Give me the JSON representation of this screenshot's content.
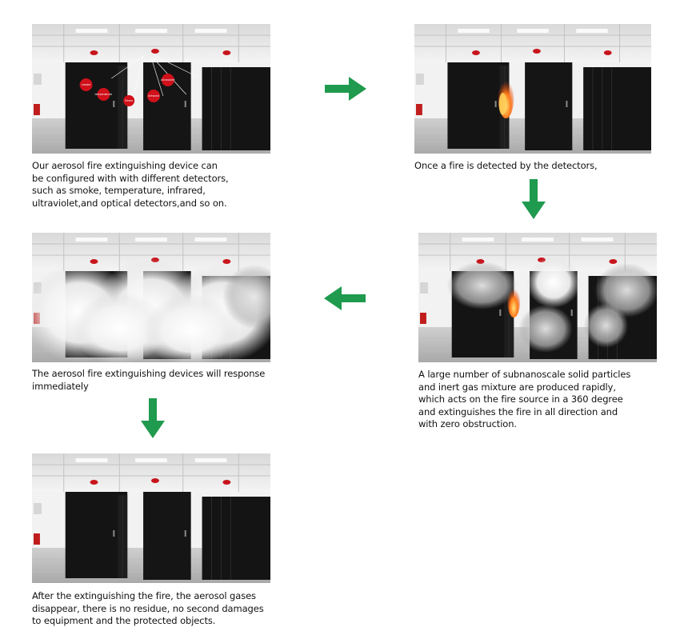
{
  "steps": [
    {
      "caption": "Our aerosol fire extinguishing device can\nbe configured with with different detectors,\nsuch as smoke, temperature, infrared,\nultraviolet,and optical detectors,and so on.",
      "badges": [
        "smoke",
        "temperature",
        "flame",
        "infrared",
        "ultraviolet"
      ]
    },
    {
      "caption": "Once a fire is detected by the detectors,"
    },
    {
      "caption": "A large number of subnanoscale solid particles\nand inert gas mixture are produced rapidly,\nwhich acts on the fire source in a 360 degree\nand extinguishes the fire in all direction and\nwith zero obstruction."
    },
    {
      "caption": "The aerosol fire extinguishing devices will response\n immediately"
    },
    {
      "caption": "After the extinguishing the fire, the aerosol gases\ndisappear, there is no residue, no second damages\nto equipment and the protected objects."
    }
  ],
  "colors": {
    "arrow": "#1f9a4e",
    "badge": "#d0101a",
    "rack": "#141414"
  },
  "icons": [
    "arrow-right-icon",
    "arrow-down-icon",
    "arrow-left-icon",
    "arrow-down-icon"
  ]
}
